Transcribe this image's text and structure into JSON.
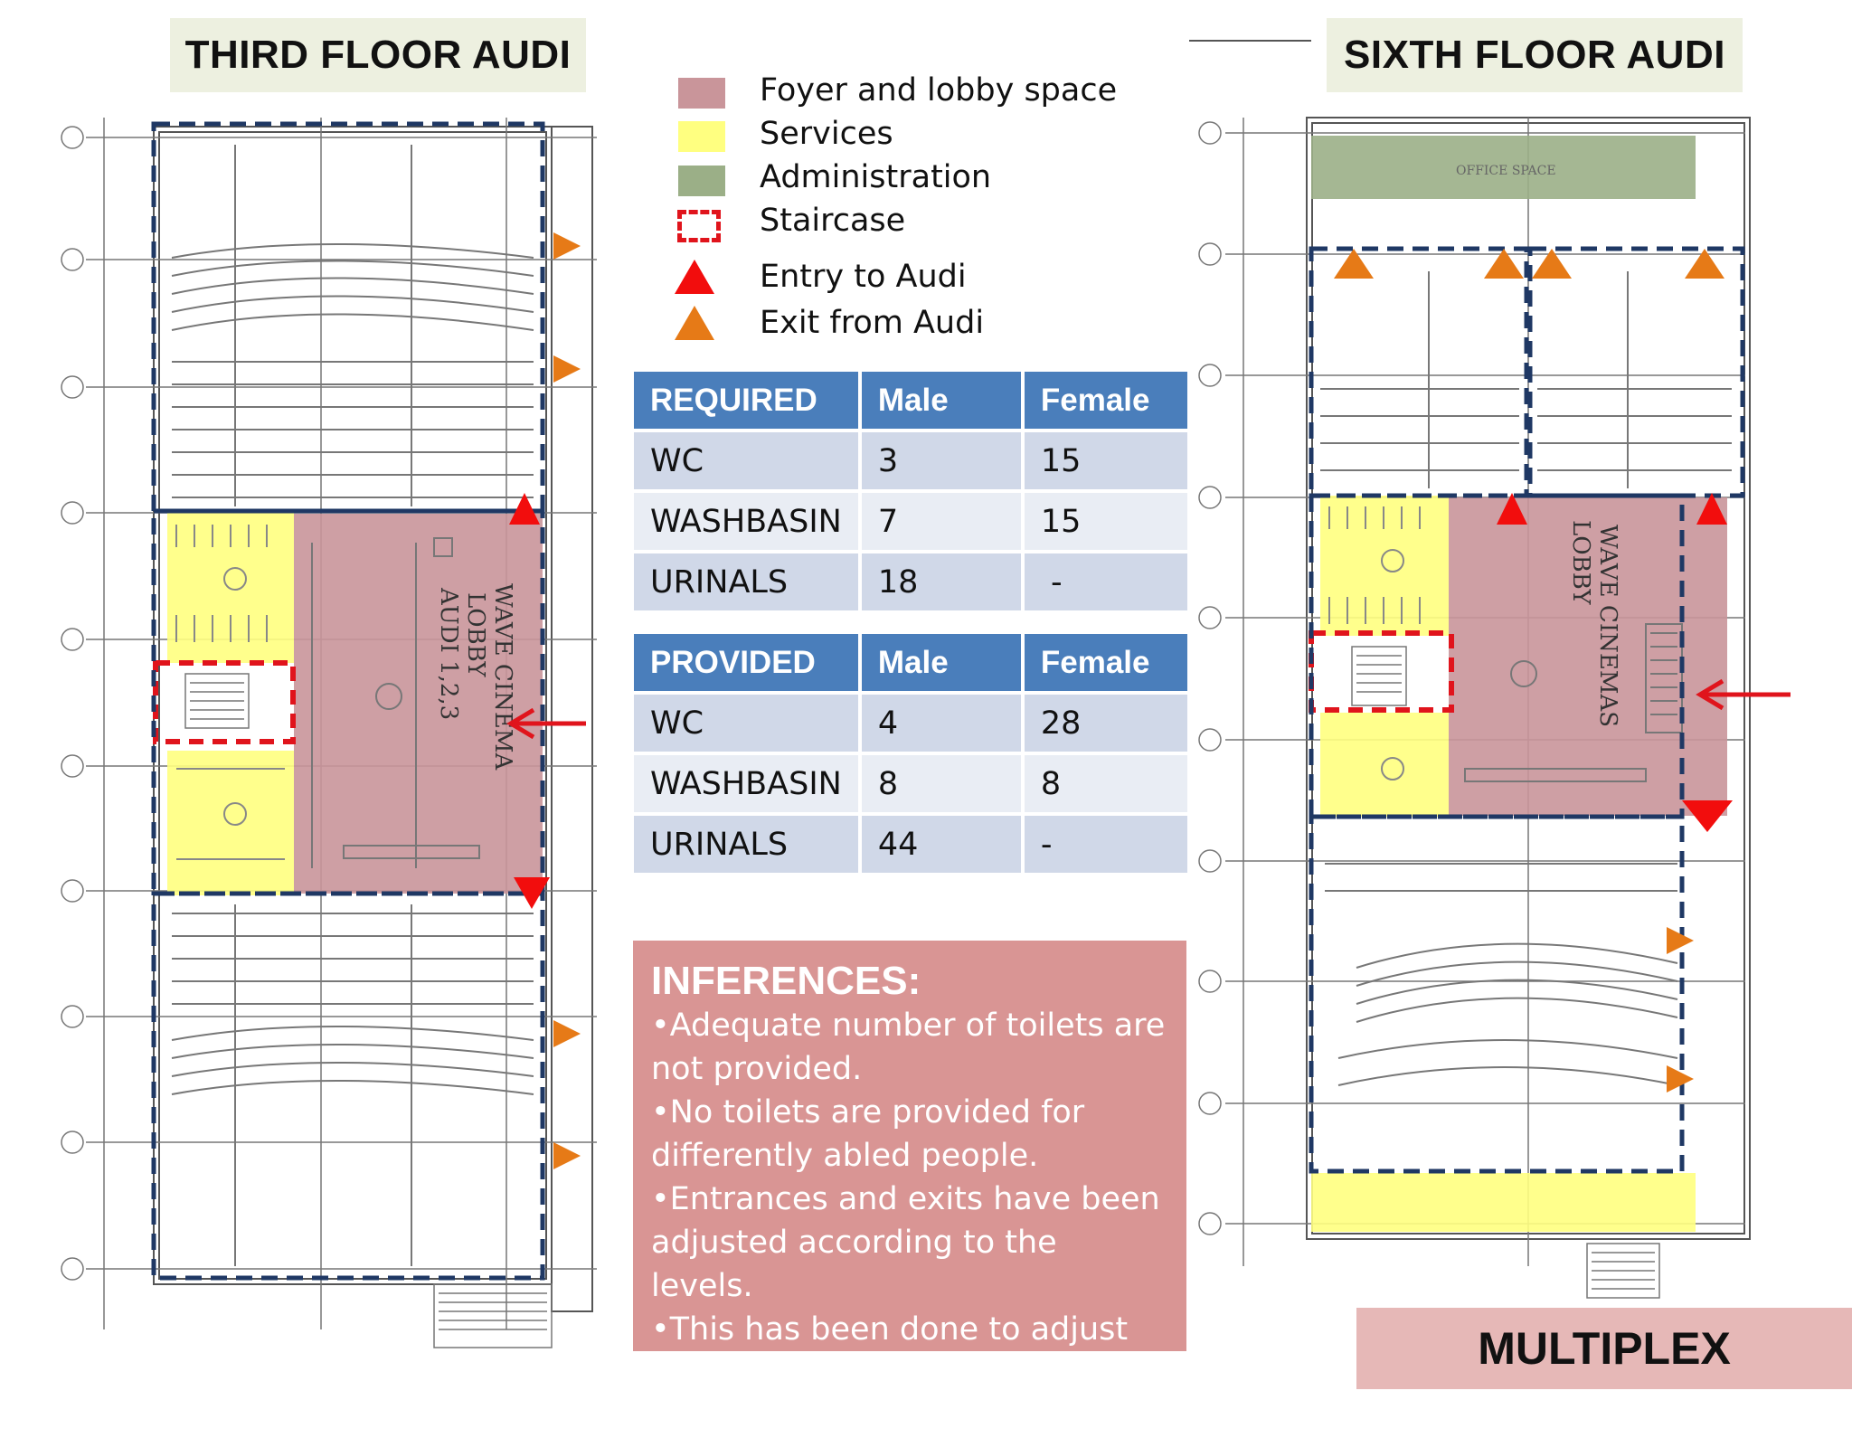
{
  "titles": {
    "left": "THIRD FLOOR AUDI",
    "right": "SIXTH FLOOR AUDI",
    "bottom_right": "MULTIPLEX"
  },
  "legend": [
    {
      "label": "Foyer and lobby space",
      "color": "#c9959a",
      "symbol": "swatch"
    },
    {
      "label": "Services",
      "color": "#ffff80",
      "symbol": "swatch"
    },
    {
      "label": "Administration",
      "color": "#9baf87",
      "symbol": "swatch"
    },
    {
      "label": "Staircase",
      "color": "#e0141c",
      "symbol": "dashed-box"
    },
    {
      "label": "Entry to Audi",
      "color": "#f20d0d",
      "symbol": "red-triangle-icon"
    },
    {
      "label": "Exit from Audi",
      "color": "#e67a17",
      "symbol": "orange-triangle-icon"
    }
  ],
  "tables": {
    "required": {
      "headers": [
        "REQUIRED",
        "Male",
        "Female"
      ],
      "rows": [
        [
          "WC",
          "3",
          "15"
        ],
        [
          "WASHBASIN",
          "7",
          "15"
        ],
        [
          "URINALS",
          "18",
          " -"
        ]
      ]
    },
    "provided": {
      "headers": [
        "PROVIDED",
        "Male",
        "Female"
      ],
      "rows": [
        [
          "WC",
          "4",
          "28"
        ],
        [
          "WASHBASIN",
          "8",
          "8"
        ],
        [
          "URINALS",
          "44",
          "-"
        ]
      ]
    }
  },
  "inferences": {
    "title": "INFERENCES:",
    "items": [
      "•Adequate number of toilets are not provided.",
      "•No toilets are provided for differently abled people.",
      "•Entrances and exits have been adjusted according to the levels.",
      "•This has been done to adjust the flow of traffic during peak hours."
    ]
  },
  "plan_labels": {
    "left_lobby": [
      "WAVE CINEMA",
      "LOBBY",
      "AUDI 1,2,3"
    ],
    "right_lobby": [
      "WAVE CINEMAS",
      "LOBBY"
    ],
    "right_office": "OFFICE SPACE"
  },
  "colors": {
    "foyer": "#c9959a",
    "services": "#ffff80",
    "administration": "#9baf87",
    "staircase": "#e0141c",
    "entry": "#f20d0d",
    "exit": "#e67a17",
    "audi_outline": "#1f3864",
    "table_header": "#4a7ebb",
    "inferences_bg": "#d99594",
    "multiplex_bg": "#e6b8b7"
  }
}
